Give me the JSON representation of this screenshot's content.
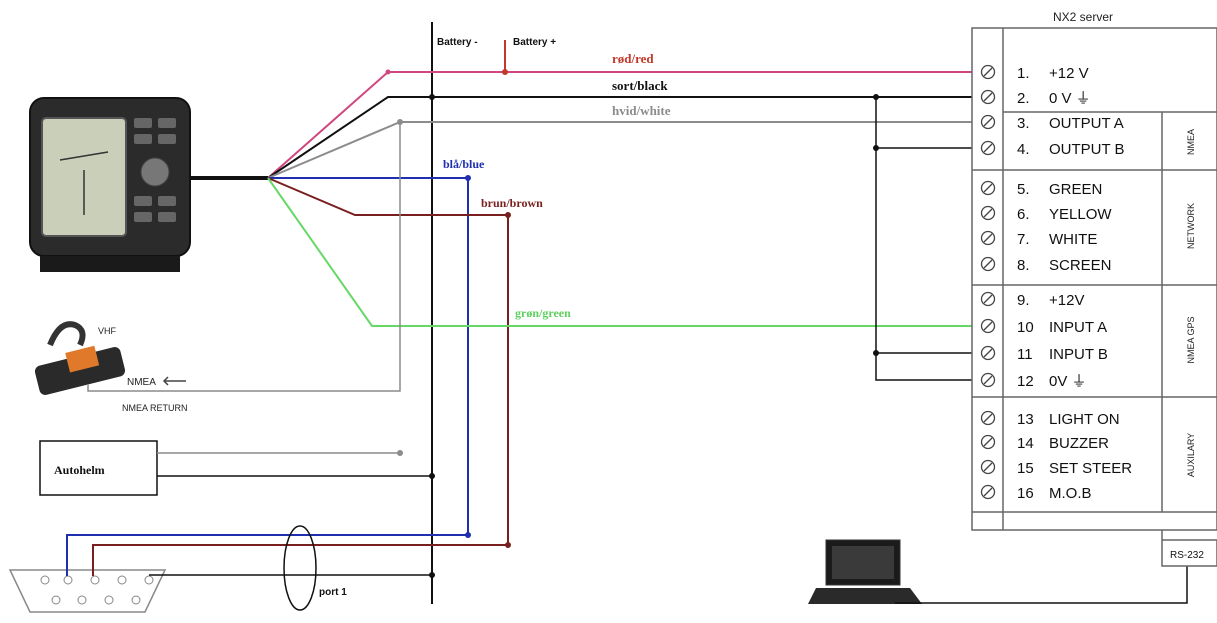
{
  "colors": {
    "red": "#d0467e",
    "black": "#111111",
    "white": "#8c8c8c",
    "blue": "#1f2fb0",
    "brown": "#7a1f1f",
    "green": "#66d866",
    "red_label": "#c0392b",
    "blue_label": "#1f2fb0",
    "brown_label": "#7a1f1f",
    "green_label": "#5fcf5f",
    "white_label": "#8c8c8c"
  },
  "header": {
    "server_title": "NX2 server"
  },
  "battery": {
    "minus": "Battery -",
    "plus": "Battery +"
  },
  "wires": {
    "red": "rød/red",
    "black": "sort/black",
    "white": "hvid/white",
    "blue": "blå/blue",
    "brown": "brun/brown",
    "green": "grøn/green"
  },
  "devices": {
    "vhf": "VHF",
    "nmea": "NMEA",
    "nmea_return": "NMEA RETURN",
    "autohelm": "Autohelm",
    "port": "port 1",
    "rs232": "RS-232"
  },
  "groups": {
    "nmea": "NMEA",
    "network": "NETWORK",
    "nmea_gps": "NMEA GPS",
    "auxilary": "AUXILARY"
  },
  "terminals": [
    {
      "num": "1.",
      "label": "+12 V"
    },
    {
      "num": "2.",
      "label": "0 V ⏚"
    },
    {
      "num": "3.",
      "label": "OUTPUT A"
    },
    {
      "num": "4.",
      "label": "OUTPUT B"
    },
    {
      "num": "5.",
      "label": "GREEN"
    },
    {
      "num": "6.",
      "label": "YELLOW"
    },
    {
      "num": "7.",
      "label": "WHITE"
    },
    {
      "num": "8.",
      "label": "SCREEN"
    },
    {
      "num": "9.",
      "label": "+12V"
    },
    {
      "num": "10",
      "label": "INPUT A"
    },
    {
      "num": "11",
      "label": "INPUT B"
    },
    {
      "num": "12",
      "label": "0V ⏚"
    },
    {
      "num": "13",
      "label": "LIGHT ON"
    },
    {
      "num": "14",
      "label": "BUZZER"
    },
    {
      "num": "15",
      "label": "SET STEER"
    },
    {
      "num": "16",
      "label": "M.O.B"
    }
  ]
}
